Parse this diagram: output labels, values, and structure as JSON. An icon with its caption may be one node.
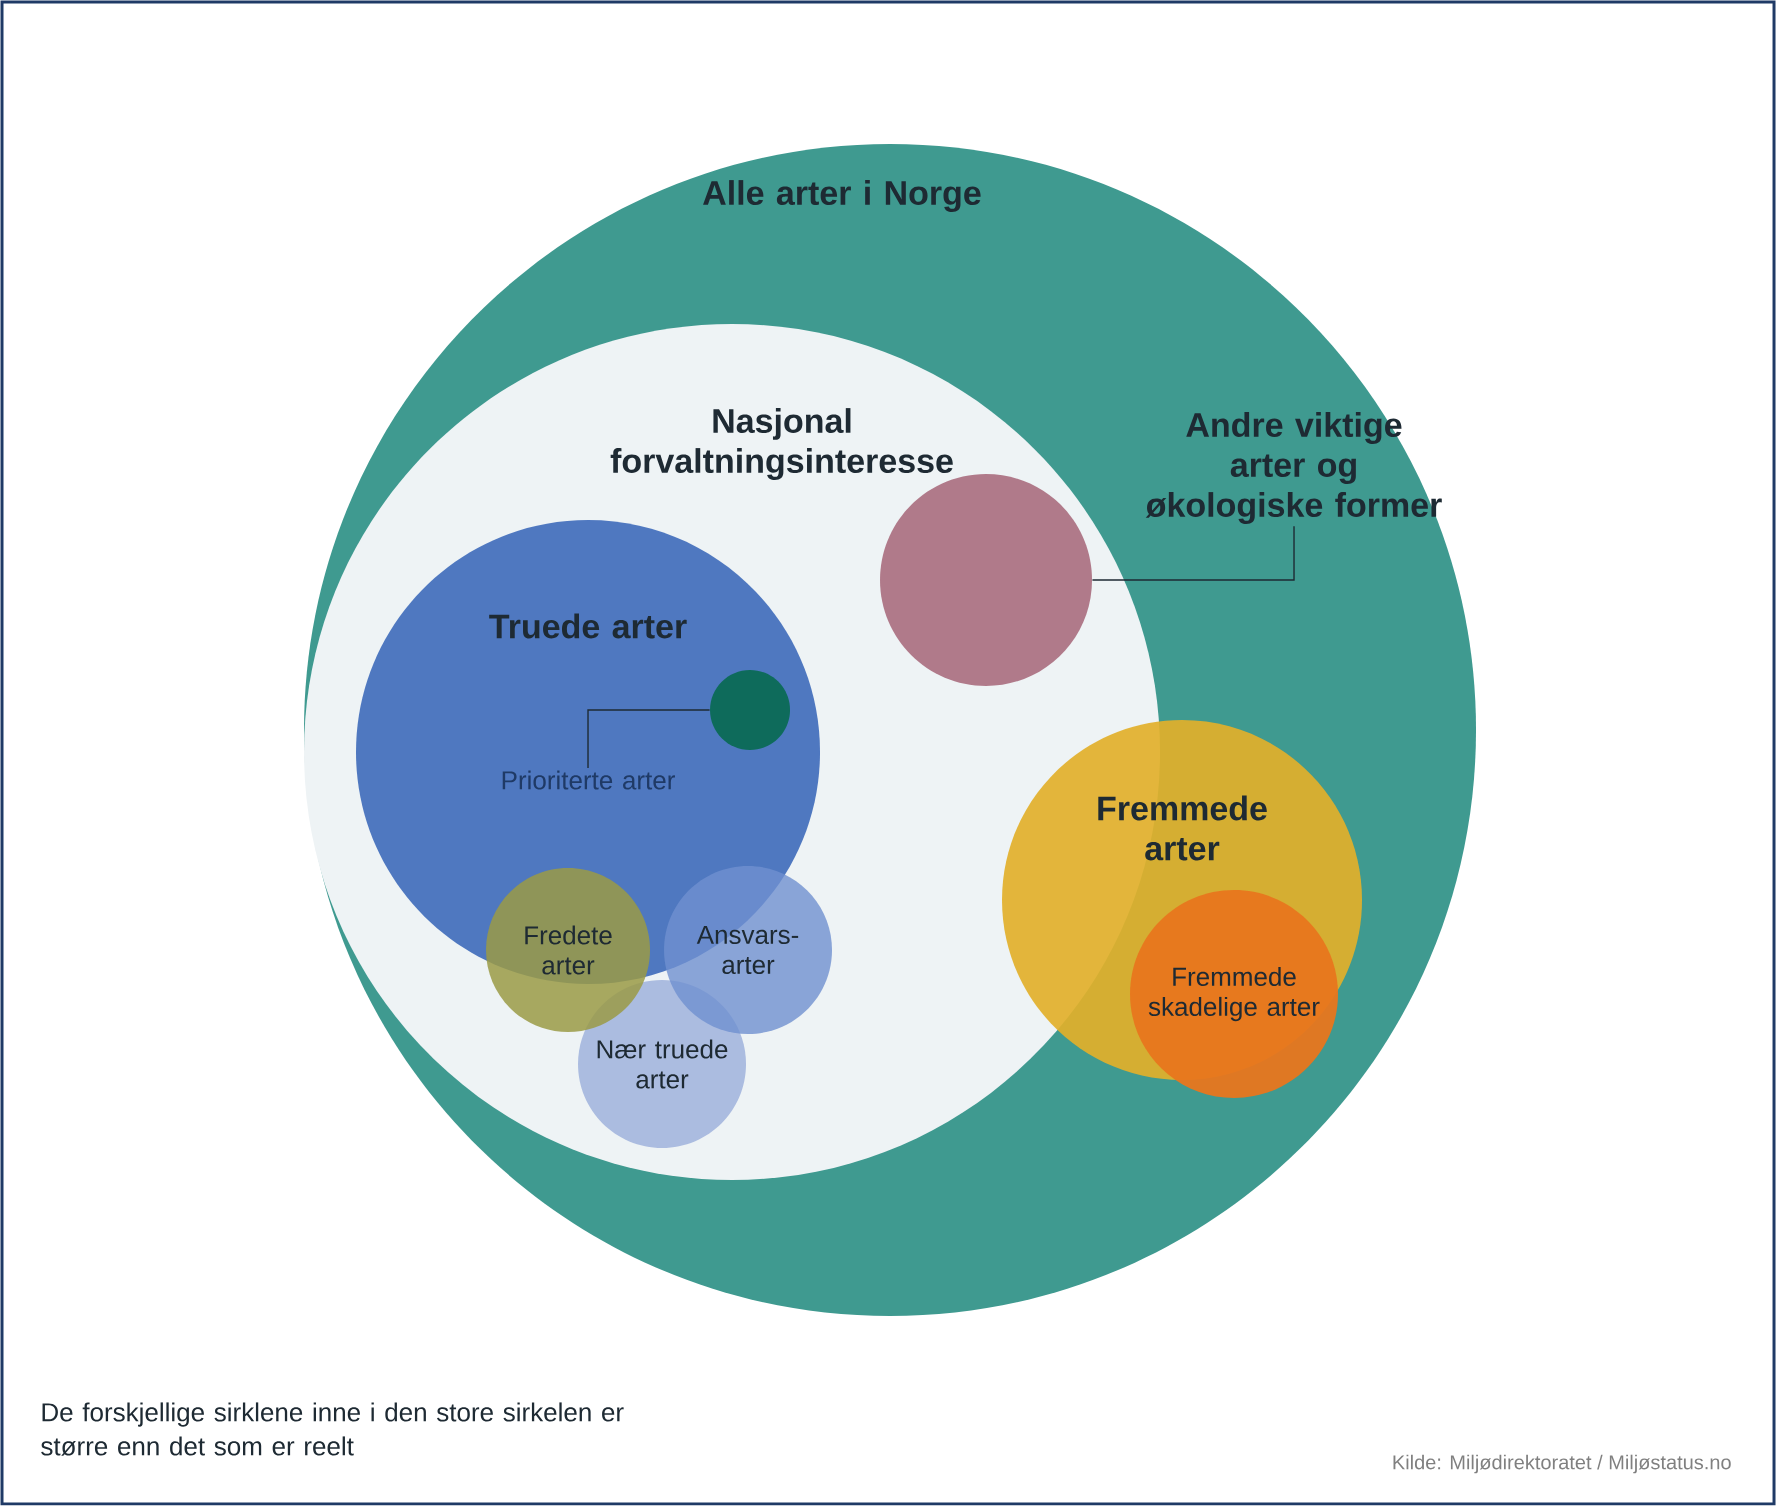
{
  "diagram": {
    "nodes": [
      {
        "text": [
          "Alle arter i Norge"
        ]
      },
      {
        "text": [
          "Nasjonal forvaltningsinteresse"
        ],
        "in": 0
      },
      {
        "text": [
          "Truede arter"
        ],
        "in": 1
      },
      {
        "text": [
          "Prioriterte arter"
        ],
        "in": 2
      },
      {
        "text": [],
        "shape": "circle",
        "in": 2
      },
      {
        "text": [
          "Fredete arter"
        ],
        "in": 1
      },
      {
        "text": [
          "Ansvars- arter"
        ],
        "in": 1
      },
      {
        "text": [
          "Nær truede arter"
        ],
        "in": 1
      },
      {
        "text": [
          "Andre viktige arter og økologiske former"
        ],
        "in": 0
      },
      {
        "text": [],
        "shape": "circle",
        "in": 1
      },
      {
        "text": [
          "Fremmede arter"
        ],
        "in": 0
      },
      {
        "text": [
          "Fremmede skadelige arter"
        ],
        "in": 10
      }
    ],
    "edges": [
      {
        "from": 3,
        "to": 4,
        "arrow": "none"
      },
      {
        "from": 8,
        "to": 9,
        "arrow": "none"
      }
    ],
    "labels": [
      "De forskjellige sirklene inne i den store sirkelen er større enn det som er reelt",
      "Kilde: Miljødirektoratet / Miljøstatus.no"
    ]
  }
}
